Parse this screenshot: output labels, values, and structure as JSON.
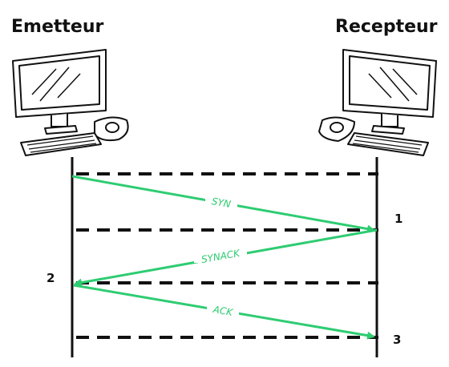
{
  "sender": {
    "title": "Emetteur"
  },
  "receiver": {
    "title": "Recepteur"
  },
  "messages": [
    {
      "label": "SYN"
    },
    {
      "label": "SYNACK"
    },
    {
      "label": "ACK"
    }
  ],
  "steps": [
    "1",
    "2",
    "3"
  ],
  "colors": {
    "arrow": "#2ecc71",
    "line": "#111111"
  }
}
